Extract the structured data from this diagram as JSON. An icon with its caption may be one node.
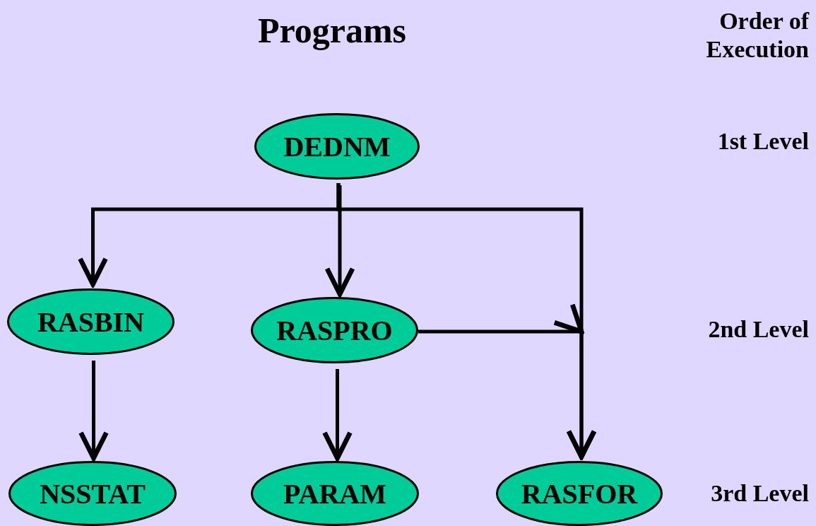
{
  "diagram": {
    "title": "Programs",
    "nodes": [
      {
        "text": [
          "DEDNM"
        ]
      },
      {
        "text": [
          "RASBIN"
        ]
      },
      {
        "text": [
          "RASPRO"
        ]
      },
      {
        "text": [
          "NSSTAT"
        ]
      },
      {
        "text": [
          "PARAM"
        ]
      },
      {
        "text": [
          "RASFOR"
        ]
      }
    ],
    "edges": [
      {
        "from": 0,
        "to": 1,
        "arrow": "to"
      },
      {
        "from": 0,
        "to": 2,
        "arrow": "to"
      },
      {
        "from": 0,
        "to": 5,
        "arrow": "to"
      },
      {
        "from": 2,
        "to": 5,
        "arrow": "to"
      },
      {
        "from": 1,
        "to": 3,
        "arrow": "to"
      },
      {
        "from": 2,
        "to": 4,
        "arrow": "to"
      }
    ],
    "labels": [
      "Order of Execution",
      "1st Level",
      "2nd Level",
      "3rd Level"
    ]
  }
}
